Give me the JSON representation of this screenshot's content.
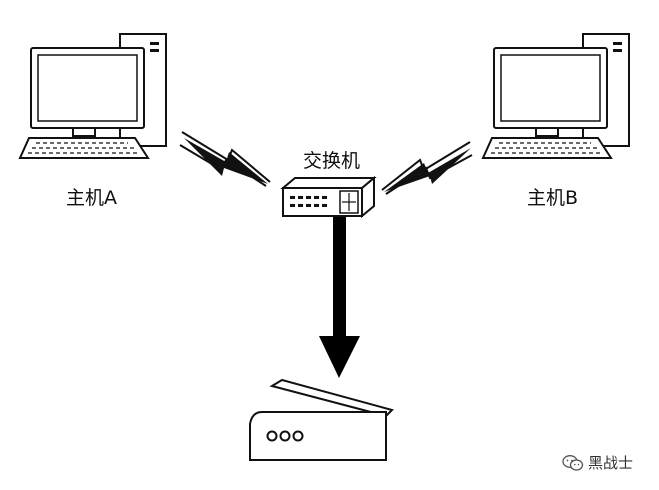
{
  "nodes": {
    "host_a": {
      "label": "主机A",
      "icon": "desktop-computer-icon"
    },
    "host_b": {
      "label": "主机B",
      "icon": "desktop-computer-icon"
    },
    "switch": {
      "label": "交换机",
      "icon": "network-switch-icon"
    },
    "printer": {
      "icon": "printer-scanner-icon"
    }
  },
  "edges": [
    {
      "from": "host_a",
      "to": "switch",
      "style": "wireless-lightning"
    },
    {
      "from": "host_b",
      "to": "switch",
      "style": "wireless-lightning"
    },
    {
      "from": "switch",
      "to": "printer",
      "style": "thick-arrow"
    }
  ],
  "watermark": {
    "text": "黑战士",
    "icon": "wechat-icon"
  }
}
